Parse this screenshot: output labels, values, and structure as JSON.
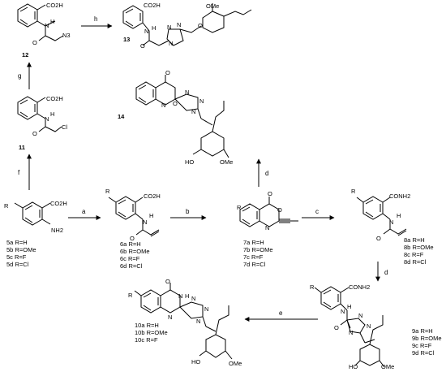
{
  "compounds": {
    "c12": {
      "number": "12",
      "groups": [
        "CO2H",
        "H",
        "N",
        "O",
        "N3"
      ]
    },
    "c13": {
      "number": "13",
      "groups": [
        "CO2H",
        "N",
        "H",
        "OMe",
        "N",
        "N",
        "N",
        "O",
        "O"
      ]
    },
    "c11": {
      "number": "11",
      "groups": [
        "CO2H",
        "H",
        "N",
        "O",
        "Cl"
      ]
    },
    "c14": {
      "number": "14",
      "groups": [
        "O",
        "O",
        "N",
        "N",
        "N",
        "N",
        "HO",
        "OMe"
      ]
    },
    "c5": {
      "groups": [
        "R",
        "CO2H",
        "NH2"
      ],
      "variants": [
        {
          "id": "5a",
          "r": "R=H"
        },
        {
          "id": "5b",
          "r": "R=OMe"
        },
        {
          "id": "5c",
          "r": "R=F"
        },
        {
          "id": "5d",
          "r": "R=Cl"
        }
      ]
    },
    "c6": {
      "groups": [
        "R",
        "CO2H",
        "H",
        "N",
        "O"
      ],
      "variants": [
        {
          "id": "6a",
          "r": "R=H"
        },
        {
          "id": "6b",
          "r": "R=OMe"
        },
        {
          "id": "6c",
          "r": "R=F"
        },
        {
          "id": "6d",
          "r": "R=Cl"
        }
      ]
    },
    "c7": {
      "groups": [
        "R",
        "O",
        "O",
        "N"
      ],
      "variants": [
        {
          "id": "7a",
          "r": "R=H"
        },
        {
          "id": "7b",
          "r": "R=OMe"
        },
        {
          "id": "7c",
          "r": "R=F"
        },
        {
          "id": "7d",
          "r": "R=Cl"
        }
      ]
    },
    "c8": {
      "groups": [
        "R",
        "CONH2",
        "H",
        "N",
        "O"
      ],
      "variants": [
        {
          "id": "8a",
          "r": "R=H"
        },
        {
          "id": "8b",
          "r": "R=OMe"
        },
        {
          "id": "8c",
          "r": "R=F"
        },
        {
          "id": "8d",
          "r": "R=Cl"
        }
      ]
    },
    "c9": {
      "groups": [
        "R",
        "CONH2",
        "H",
        "N",
        "O",
        "N",
        "N",
        "N",
        "HO",
        "OMe"
      ],
      "variants": [
        {
          "id": "9a",
          "r": "R=H"
        },
        {
          "id": "9b",
          "r": "R=OMe"
        },
        {
          "id": "9c",
          "r": "R=F"
        },
        {
          "id": "9d",
          "r": "R=Cl"
        }
      ]
    },
    "c10": {
      "groups": [
        "O",
        "R",
        "H",
        "N",
        "N",
        "N",
        "N",
        "N",
        "HO",
        "OMe"
      ],
      "variants": [
        {
          "id": "10a",
          "r": "R=H"
        },
        {
          "id": "10b",
          "r": "R=OMe"
        },
        {
          "id": "10c",
          "r": "R=F"
        }
      ]
    }
  },
  "steps": {
    "a": "a",
    "b": "b",
    "c": "c",
    "d1": "d",
    "d2": "d",
    "e": "e",
    "f": "f",
    "g": "g",
    "h": "h"
  }
}
